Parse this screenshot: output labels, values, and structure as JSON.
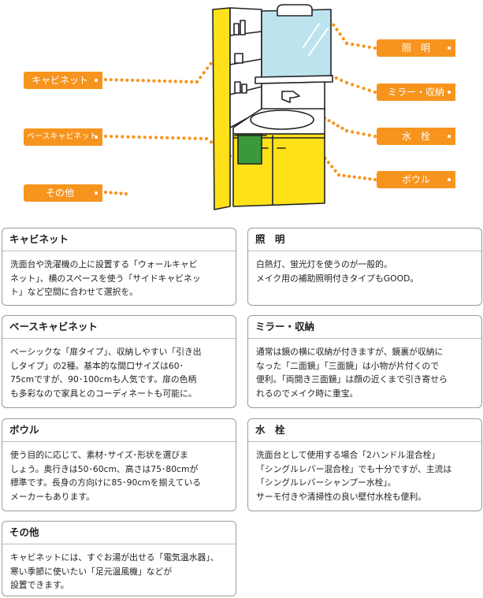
{
  "labels": {
    "cabinet": "キャビネット",
    "base_cabinet": "ベースキャビネット",
    "other": "その他",
    "lighting": "照　明",
    "mirror": "ミラー・収納",
    "faucet": "水　栓",
    "bowl": "ボウル"
  },
  "cards": {
    "cabinet": {
      "title": "キャビネット",
      "lines": [
        "洗面台や洗濯機の上に設置する「ウォールキャビ",
        "ネット」、横のスペースを使う「サイドキャビネッ",
        "ト」など空間に合わせて選択を。"
      ]
    },
    "lighting": {
      "title": "照　明",
      "lines": [
        "白熱灯、蛍光灯を使うのが一般的。",
        "メイク用の補助照明付きタイプもGOOD。"
      ]
    },
    "base_cabinet": {
      "title": "ベースキャビネット",
      "lines": [
        "ベーシックな「扉タイプ」、収納しやすい「引き出",
        "しタイプ」の2種。基本的な間口サイズは60･",
        "75cmですが、90･100cmも人気です。扉の色柄",
        "も多彩なので家具とのコーディネートも可能に。"
      ]
    },
    "mirror": {
      "title": "ミラー・収納",
      "lines": [
        "通常は鏡の横に収納が付きますが、鏡裏が収納に",
        "なった「二面鏡」「三面鏡」は小物が片付くので",
        "便利。「両開き三面鏡」は顔の近くまで引き寄せら",
        "れるのでメイク時に重宝。"
      ]
    },
    "bowl": {
      "title": "ボウル",
      "lines": [
        "使う目的に応じて、素材･サイズ･形状を選びま",
        "しょう。奥行きは50･60cm、高さは75･80cmが",
        "標準です。長身の方向けに85･90cmを揃えている",
        "メーカーもあります。"
      ]
    },
    "faucet": {
      "title": "水　栓",
      "lines": [
        "洗面台として使用する場合「2ハンドル混合栓」",
        "「シングルレバー混合栓」でも十分ですが、主流は",
        "「シングルレバーシャンプー水栓」。",
        "サーモ付きや清掃性の良い壁付水栓も便利。"
      ]
    },
    "other": {
      "title": "その他",
      "lines": [
        "キャビネットには、すぐお湯が出せる「電気温水器」、",
        "寒い季節に使いたい「足元温風機」などが",
        "設置できます。"
      ]
    }
  },
  "colors": {
    "tag": "#f7941d",
    "cabinet_yellow": "#ffe11a",
    "mirror_blue": "#bde3ee",
    "towel_green": "#3a9a3a"
  }
}
